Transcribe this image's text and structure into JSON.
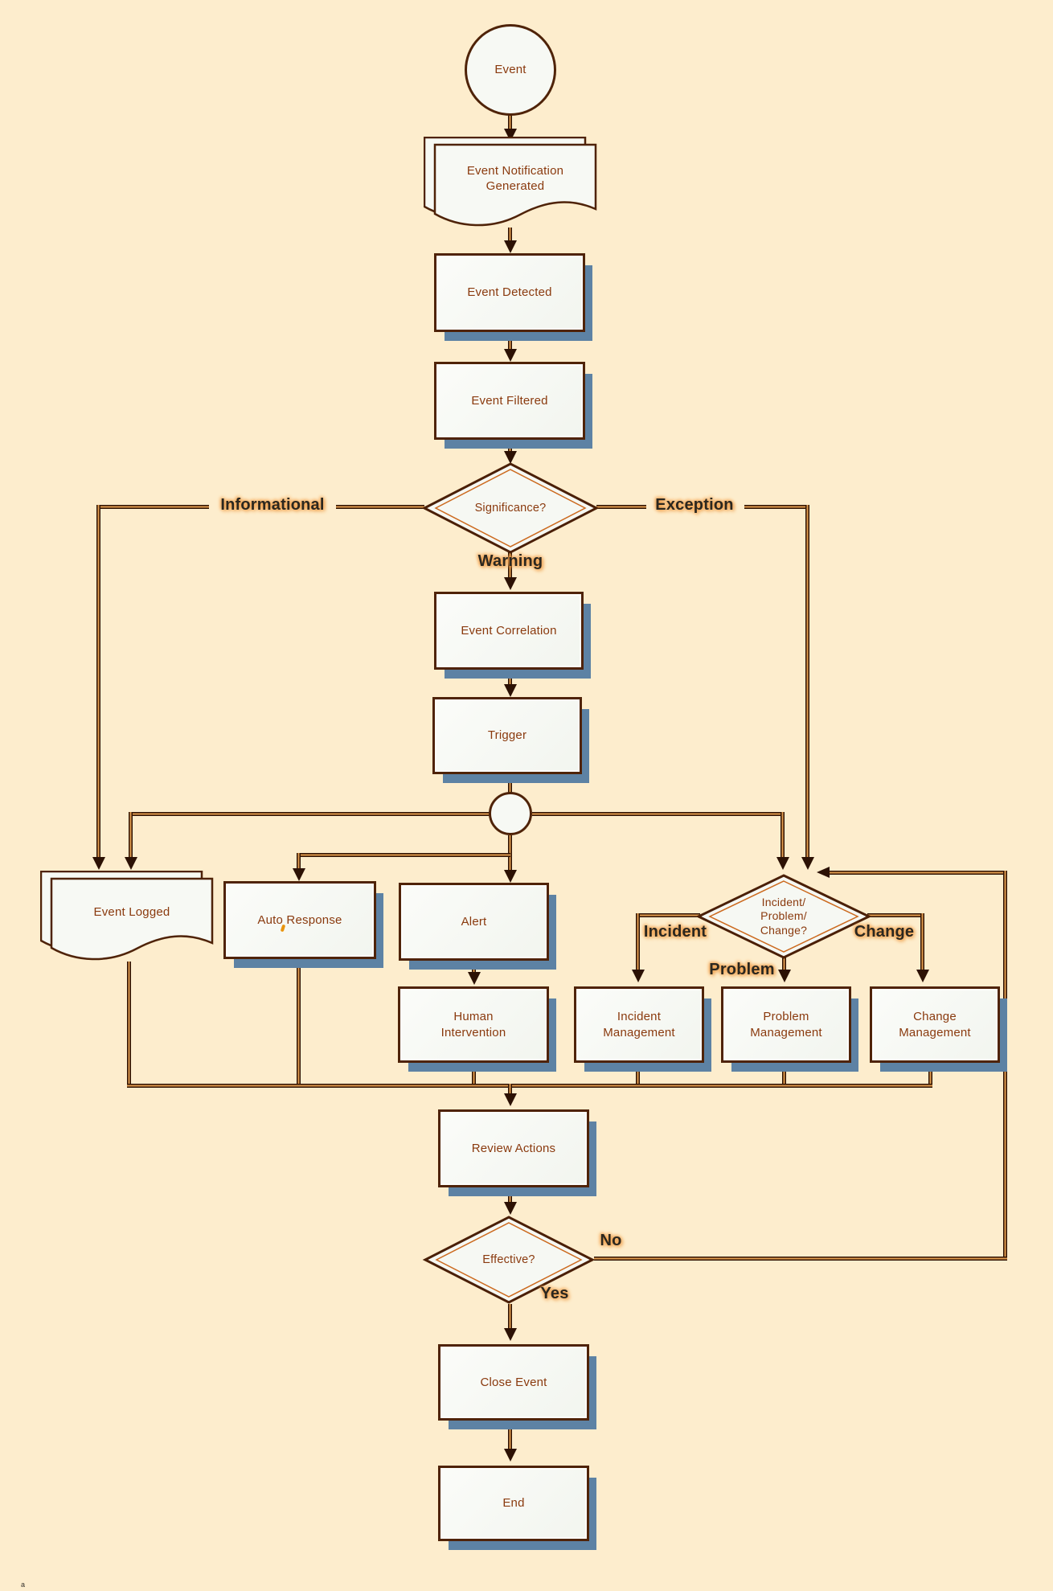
{
  "diagram": {
    "nodes": {
      "event": "Event",
      "notification": "Event Notification\nGenerated",
      "detected": "Event Detected",
      "filtered": "Event Filtered",
      "significance": "Significance?",
      "correlation": "Event Correlation",
      "trigger": "Trigger",
      "event_logged": "Event Logged",
      "auto_response": "Auto Response",
      "alert": "Alert",
      "human_intervention": "Human\nIntervention",
      "ipc": "Incident/\nProblem/\nChange?",
      "incident_mgmt": "Incident\nManagement",
      "problem_mgmt": "Problem\nManagement",
      "change_mgmt": "Change\nManagement",
      "review": "Review Actions",
      "effective": "Effective?",
      "close": "Close Event",
      "end": "End"
    },
    "edge_labels": {
      "informational": "Informational",
      "exception": "Exception",
      "warning": "Warning",
      "incident": "Incident",
      "problem": "Problem",
      "change": "Change",
      "no": "No",
      "yes": "Yes"
    },
    "corner_mark": "a",
    "colors": {
      "background": "#fdedcd",
      "node_fill": "#f7f9f4",
      "node_border": "#4f2308",
      "node_text": "#8a3a0e",
      "shadow": "#5d82a4",
      "connector_core": "#e09a4e",
      "connector_edge": "#2e1203",
      "branch_label_text": "#2b271f",
      "branch_label_glow": "#f0a04c"
    }
  }
}
